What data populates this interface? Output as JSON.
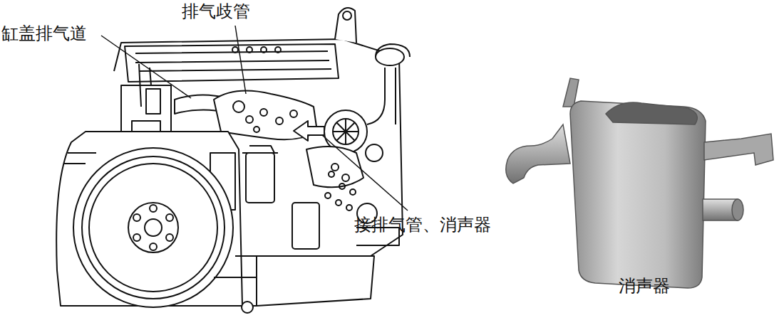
{
  "diagram": {
    "labels": [
      "缸盖排气道",
      "排气歧管",
      "接排气管、消声器",
      "消声器"
    ]
  }
}
